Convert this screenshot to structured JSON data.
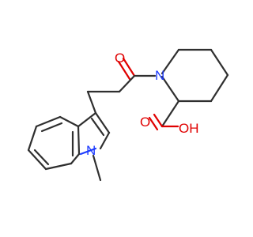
{
  "diagram": {
    "atoms": {
      "carbonyl_oxygen": "O",
      "ring_nitrogen": "N",
      "indole_nitrogen": "N",
      "acid_oxygen_double": "O",
      "acid_hydroxyl": "OH"
    },
    "colors": {
      "background": "#ffffff",
      "bond": "#2f2f2f",
      "oxygen": "#e00000",
      "nitrogen": "#1e3cff"
    }
  }
}
